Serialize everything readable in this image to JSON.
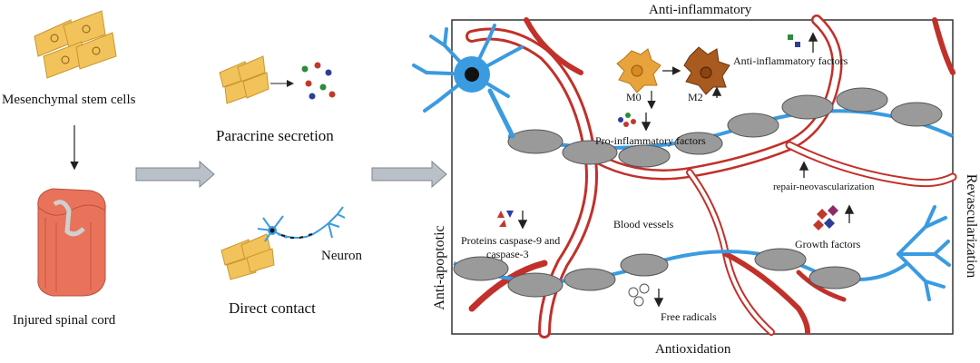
{
  "left": {
    "msc_label": "Mesenchymal  stem cells",
    "cord_label": "Injured  spinal cord"
  },
  "middle": {
    "paracrine_label": "Paracrine secretion",
    "neuron_label": "Neuron",
    "direct_label": "Direct contact"
  },
  "panel": {
    "top_label": "Anti-inflammatory",
    "bottom_label": "Antioxidation",
    "left_label": "Anti-apoptotic",
    "right_label": "Revascularization",
    "m0": "M0",
    "m2": "M2",
    "anti_factors": "Anti-inflammatory  factors",
    "pro_factors": "Pro-inflammatory  factors",
    "blood_vessels": "Blood vessels",
    "caspase_line1": "Proteins caspase-9 and",
    "caspase_line2": "caspase-3",
    "repair": "repair-neovascularization",
    "growth": "Growth factors",
    "free_radicals": "Free radicals"
  },
  "colors": {
    "cell_yellow": "#f2c35b",
    "cell_outline": "#c9962e",
    "cord_red": "#e8735a",
    "vessel_red": "#c2302a",
    "neuron_blue": "#3a9be0",
    "myelin_grey": "#9a9a9a",
    "arrow_grey": "#9aa3ad"
  }
}
